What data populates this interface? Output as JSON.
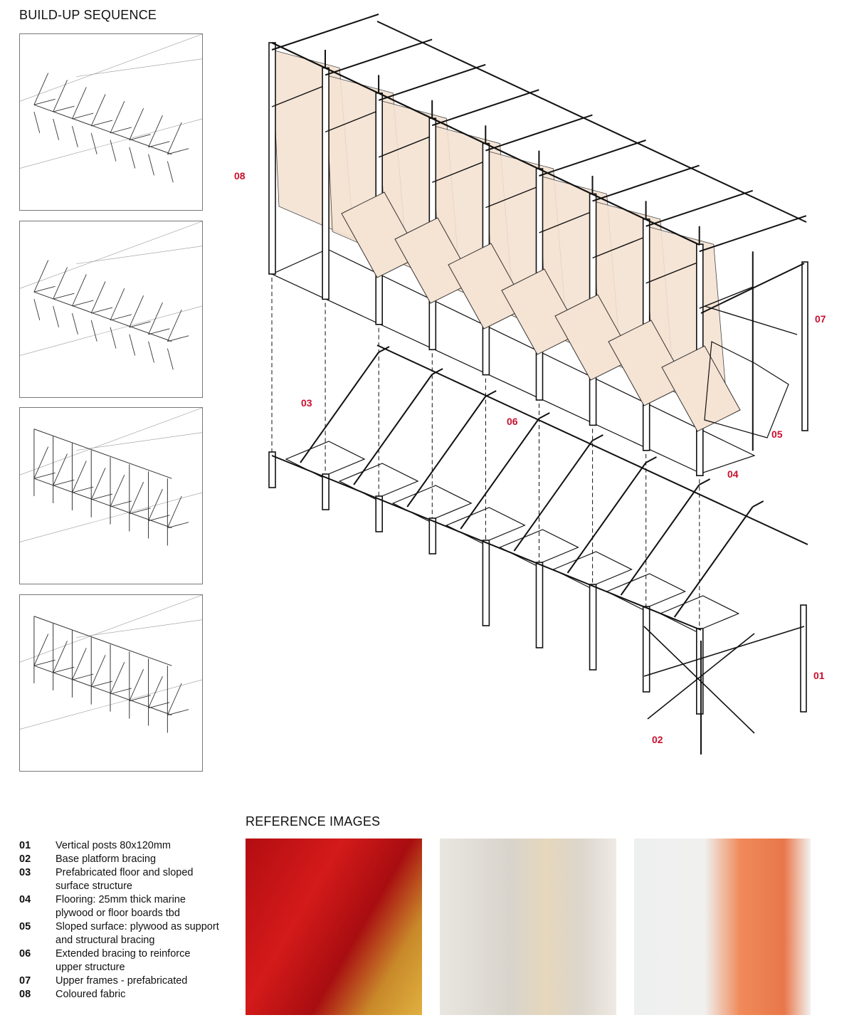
{
  "headings": {
    "build_up": "BUILD-UP SEQUENCE",
    "reference": "REFERENCE IMAGES"
  },
  "labels": [
    "01",
    "02",
    "03",
    "04",
    "05",
    "06",
    "07",
    "08"
  ],
  "legend": [
    {
      "num": "01",
      "text": "Vertical posts 80x120mm"
    },
    {
      "num": "02",
      "text": "Base platform bracing"
    },
    {
      "num": "03",
      "text": "Prefabricated floor and sloped surface structure"
    },
    {
      "num": "04",
      "text": "Flooring: 25mm thick marine plywood or floor boards tbd"
    },
    {
      "num": "05",
      "text": "Sloped surface: plywood as support and structural bracing"
    },
    {
      "num": "06",
      "text": "Extended bracing to reinforce upper structure"
    },
    {
      "num": "07",
      "text": "Upper frames - prefabricated"
    },
    {
      "num": "08",
      "text": "Coloured fabric"
    }
  ],
  "colors": {
    "label": "#c8102e",
    "fabric": "#f5e3d3"
  }
}
